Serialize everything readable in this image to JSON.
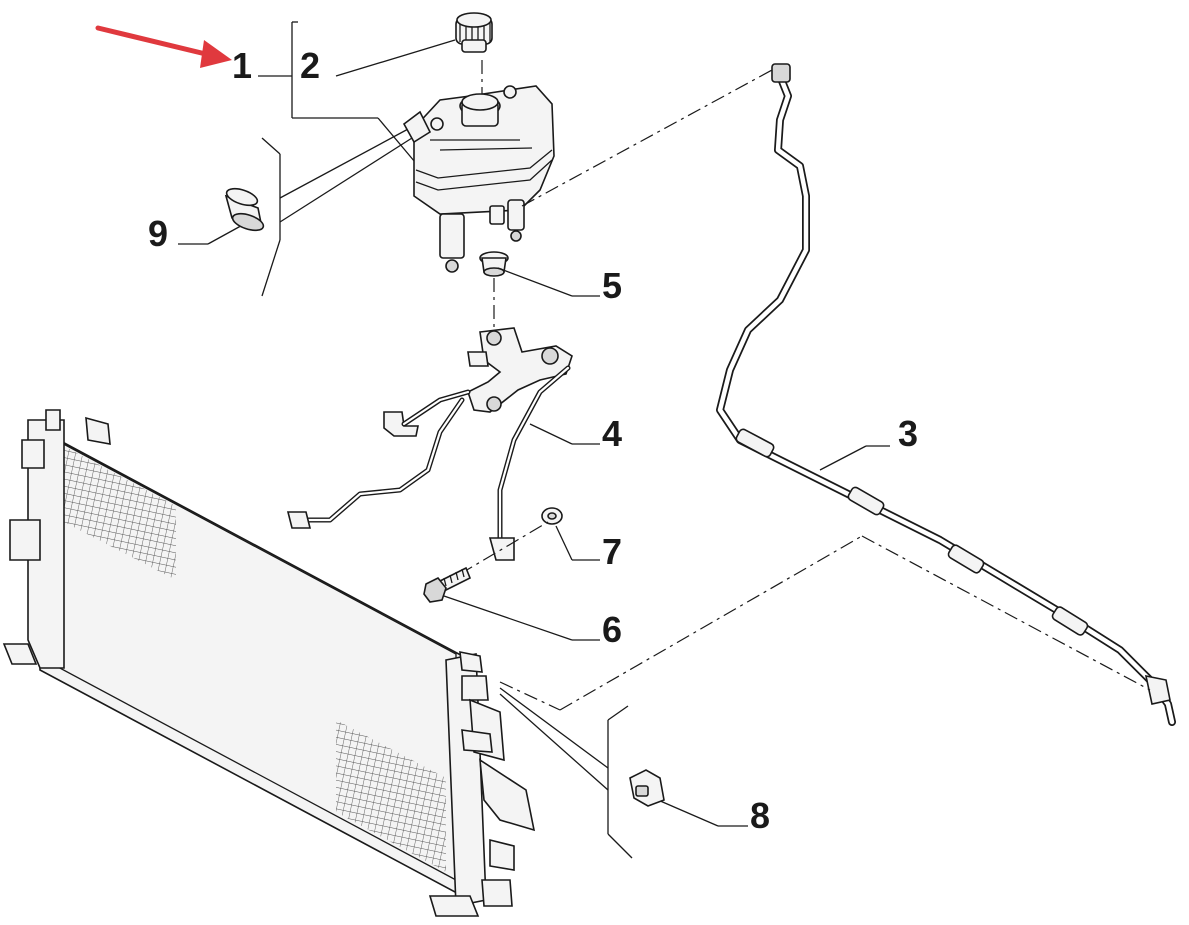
{
  "callouts": {
    "c1": "1",
    "c2": "2",
    "c3": "3",
    "c4": "4",
    "c5": "5",
    "c6": "6",
    "c7": "7",
    "c8": "8",
    "c9": "9"
  },
  "colors": {
    "arrow": "#e0393e",
    "ink": "#1a1a1a",
    "background": "#ffffff"
  }
}
